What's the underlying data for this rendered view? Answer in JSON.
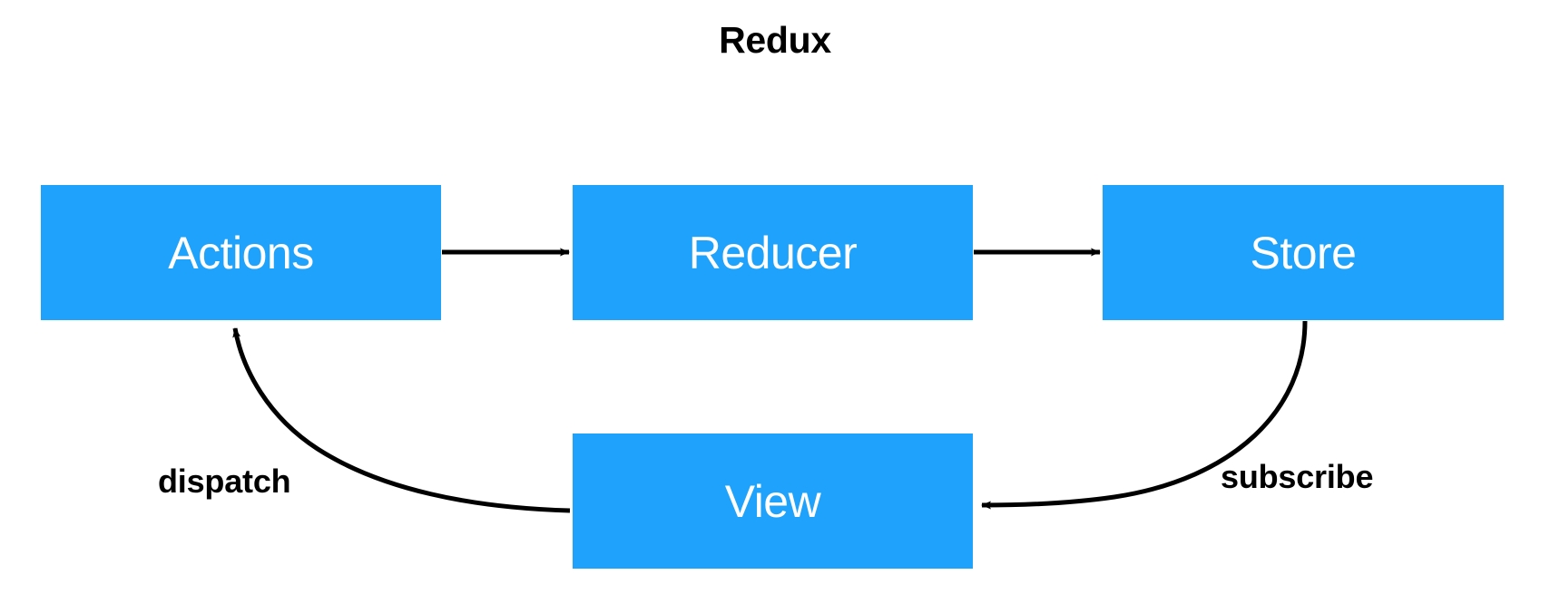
{
  "diagram": {
    "title": "Redux",
    "background_color": "#ffffff",
    "node_fill_color": "#1FA2FB",
    "node_text_color": "#ffffff",
    "edge_color": "#000000",
    "label_text_color": "#000000",
    "nodes": [
      {
        "id": "actions",
        "label": "Actions"
      },
      {
        "id": "reducer",
        "label": "Reducer"
      },
      {
        "id": "store",
        "label": "Store"
      },
      {
        "id": "view",
        "label": "View"
      }
    ],
    "edges": [
      {
        "id": "actions-to-reducer",
        "from": "Actions",
        "to": "Reducer",
        "label": "",
        "style": "straight-arrow"
      },
      {
        "id": "reducer-to-store",
        "from": "Reducer",
        "to": "Store",
        "label": "",
        "style": "straight-arrow"
      },
      {
        "id": "store-to-view",
        "from": "Store",
        "to": "View",
        "label": "subscribe",
        "style": "curved-arrow"
      },
      {
        "id": "view-to-actions",
        "from": "View",
        "to": "Actions",
        "label": "dispatch",
        "style": "curved-arrow"
      }
    ],
    "labels": {
      "dispatch": "dispatch",
      "subscribe": "subscribe"
    }
  }
}
